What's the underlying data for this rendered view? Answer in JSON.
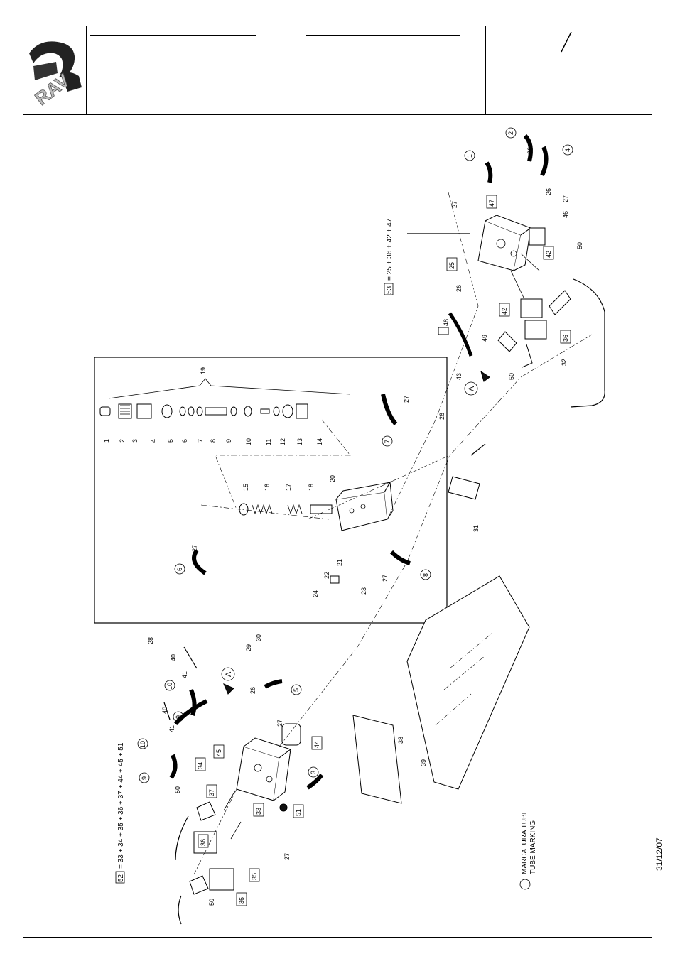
{
  "logo": {
    "text": "RAV"
  },
  "header": {
    "slash": "/"
  },
  "formulas": {
    "group53": {
      "id": "53",
      "expr": "= 25 + 36 + 42 + 47"
    },
    "group52": {
      "id": "52",
      "expr": "= 33 + 34 + 35 + 36 + 37 + 44 + 45 + 51"
    }
  },
  "legend": {
    "line1": "MARCATURA TUBI",
    "line2": "TUBE MARKING"
  },
  "date": "31/12/07",
  "callouts": {
    "circled": [
      "1",
      "2",
      "4",
      "3",
      "5",
      "6",
      "7",
      "8",
      "9",
      "10",
      "A"
    ],
    "boxed": [
      "25",
      "33",
      "34",
      "35",
      "36",
      "37",
      "42",
      "44",
      "45",
      "47",
      "51"
    ],
    "plain": [
      "11",
      "12",
      "13",
      "14",
      "15",
      "16",
      "17",
      "18",
      "19",
      "20",
      "21",
      "22",
      "23",
      "24",
      "26",
      "27",
      "28",
      "29",
      "30",
      "31",
      "32",
      "38",
      "39",
      "40",
      "41",
      "43",
      "46",
      "48",
      "49",
      "50"
    ]
  },
  "colors": {
    "line": "#000000",
    "background": "#ffffff"
  }
}
